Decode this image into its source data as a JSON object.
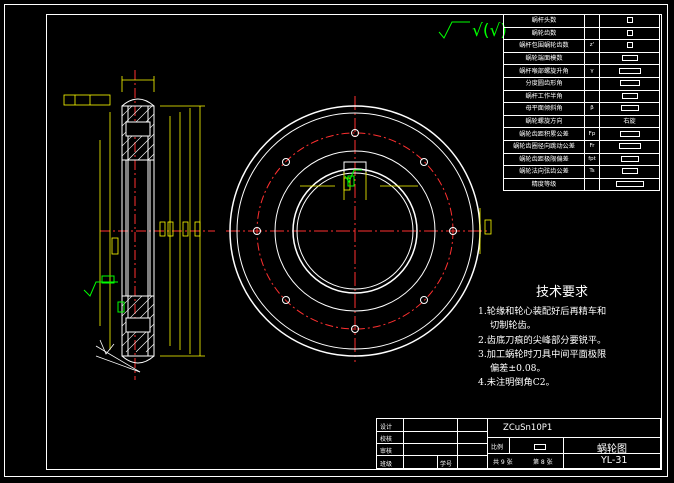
{
  "drawing": {
    "surface_symbol": "√(√)",
    "colors": {
      "outline": "#ffffff",
      "center_line": "#ff3030",
      "dimension": "#ffff00",
      "surface_mark": "#00ff00",
      "hatch": "#ffffff"
    }
  },
  "param_table": {
    "rows": [
      {
        "name": "蜗杆头数",
        "symbol": "",
        "value": ""
      },
      {
        "name": "蜗轮齿数",
        "symbol": "",
        "value": ""
      },
      {
        "name": "蜗杆包围蜗轮齿数",
        "symbol": "z'",
        "value": ""
      },
      {
        "name": "蜗轮端面模数",
        "symbol": "",
        "value": ""
      },
      {
        "name": "蜗杆喉部螺旋升角",
        "symbol": "γ",
        "value": ""
      },
      {
        "name": "分度圆齿形角",
        "symbol": "",
        "value": ""
      },
      {
        "name": "蜗杆工作半角",
        "symbol": "",
        "value": ""
      },
      {
        "name": "母平面倾斜角",
        "symbol": "β",
        "value": ""
      },
      {
        "name": "蜗轮螺旋方向",
        "symbol": "",
        "value": "右旋"
      },
      {
        "name": "蜗轮齿距积累公差",
        "symbol": "Fp",
        "value": ""
      },
      {
        "name": "蜗轮齿圈径向跳动公差",
        "symbol": "Fr",
        "value": ""
      },
      {
        "name": "蜗轮齿距极限偏差",
        "symbol": "fpt",
        "value": ""
      },
      {
        "name": "蜗轮法向弦齿公差",
        "symbol": "Ts",
        "value": ""
      },
      {
        "name": "精度等级",
        "symbol": "",
        "value": ""
      }
    ]
  },
  "tech_requirements": {
    "title": "技术要求",
    "items": [
      "1.轮缘和轮心装配好后再精车和",
      "切制轮齿。",
      "2.齿底刀痕的尖峰部分要锐平。",
      "3.加工蜗轮时刀具中间平面极限",
      "偏差±0.08。",
      "4.未注明倒角C2。"
    ]
  },
  "title_block": {
    "material": "ZCuSn10P1",
    "labels": [
      "设计",
      "校核",
      "审核",
      "班级"
    ],
    "student_no_label": "学号",
    "scale_label": "比例",
    "sheet_text": "共 9 张",
    "sheet_no_text": "第 8 张",
    "drawing_name": "蜗轮图",
    "drawing_code": "YL-31"
  }
}
